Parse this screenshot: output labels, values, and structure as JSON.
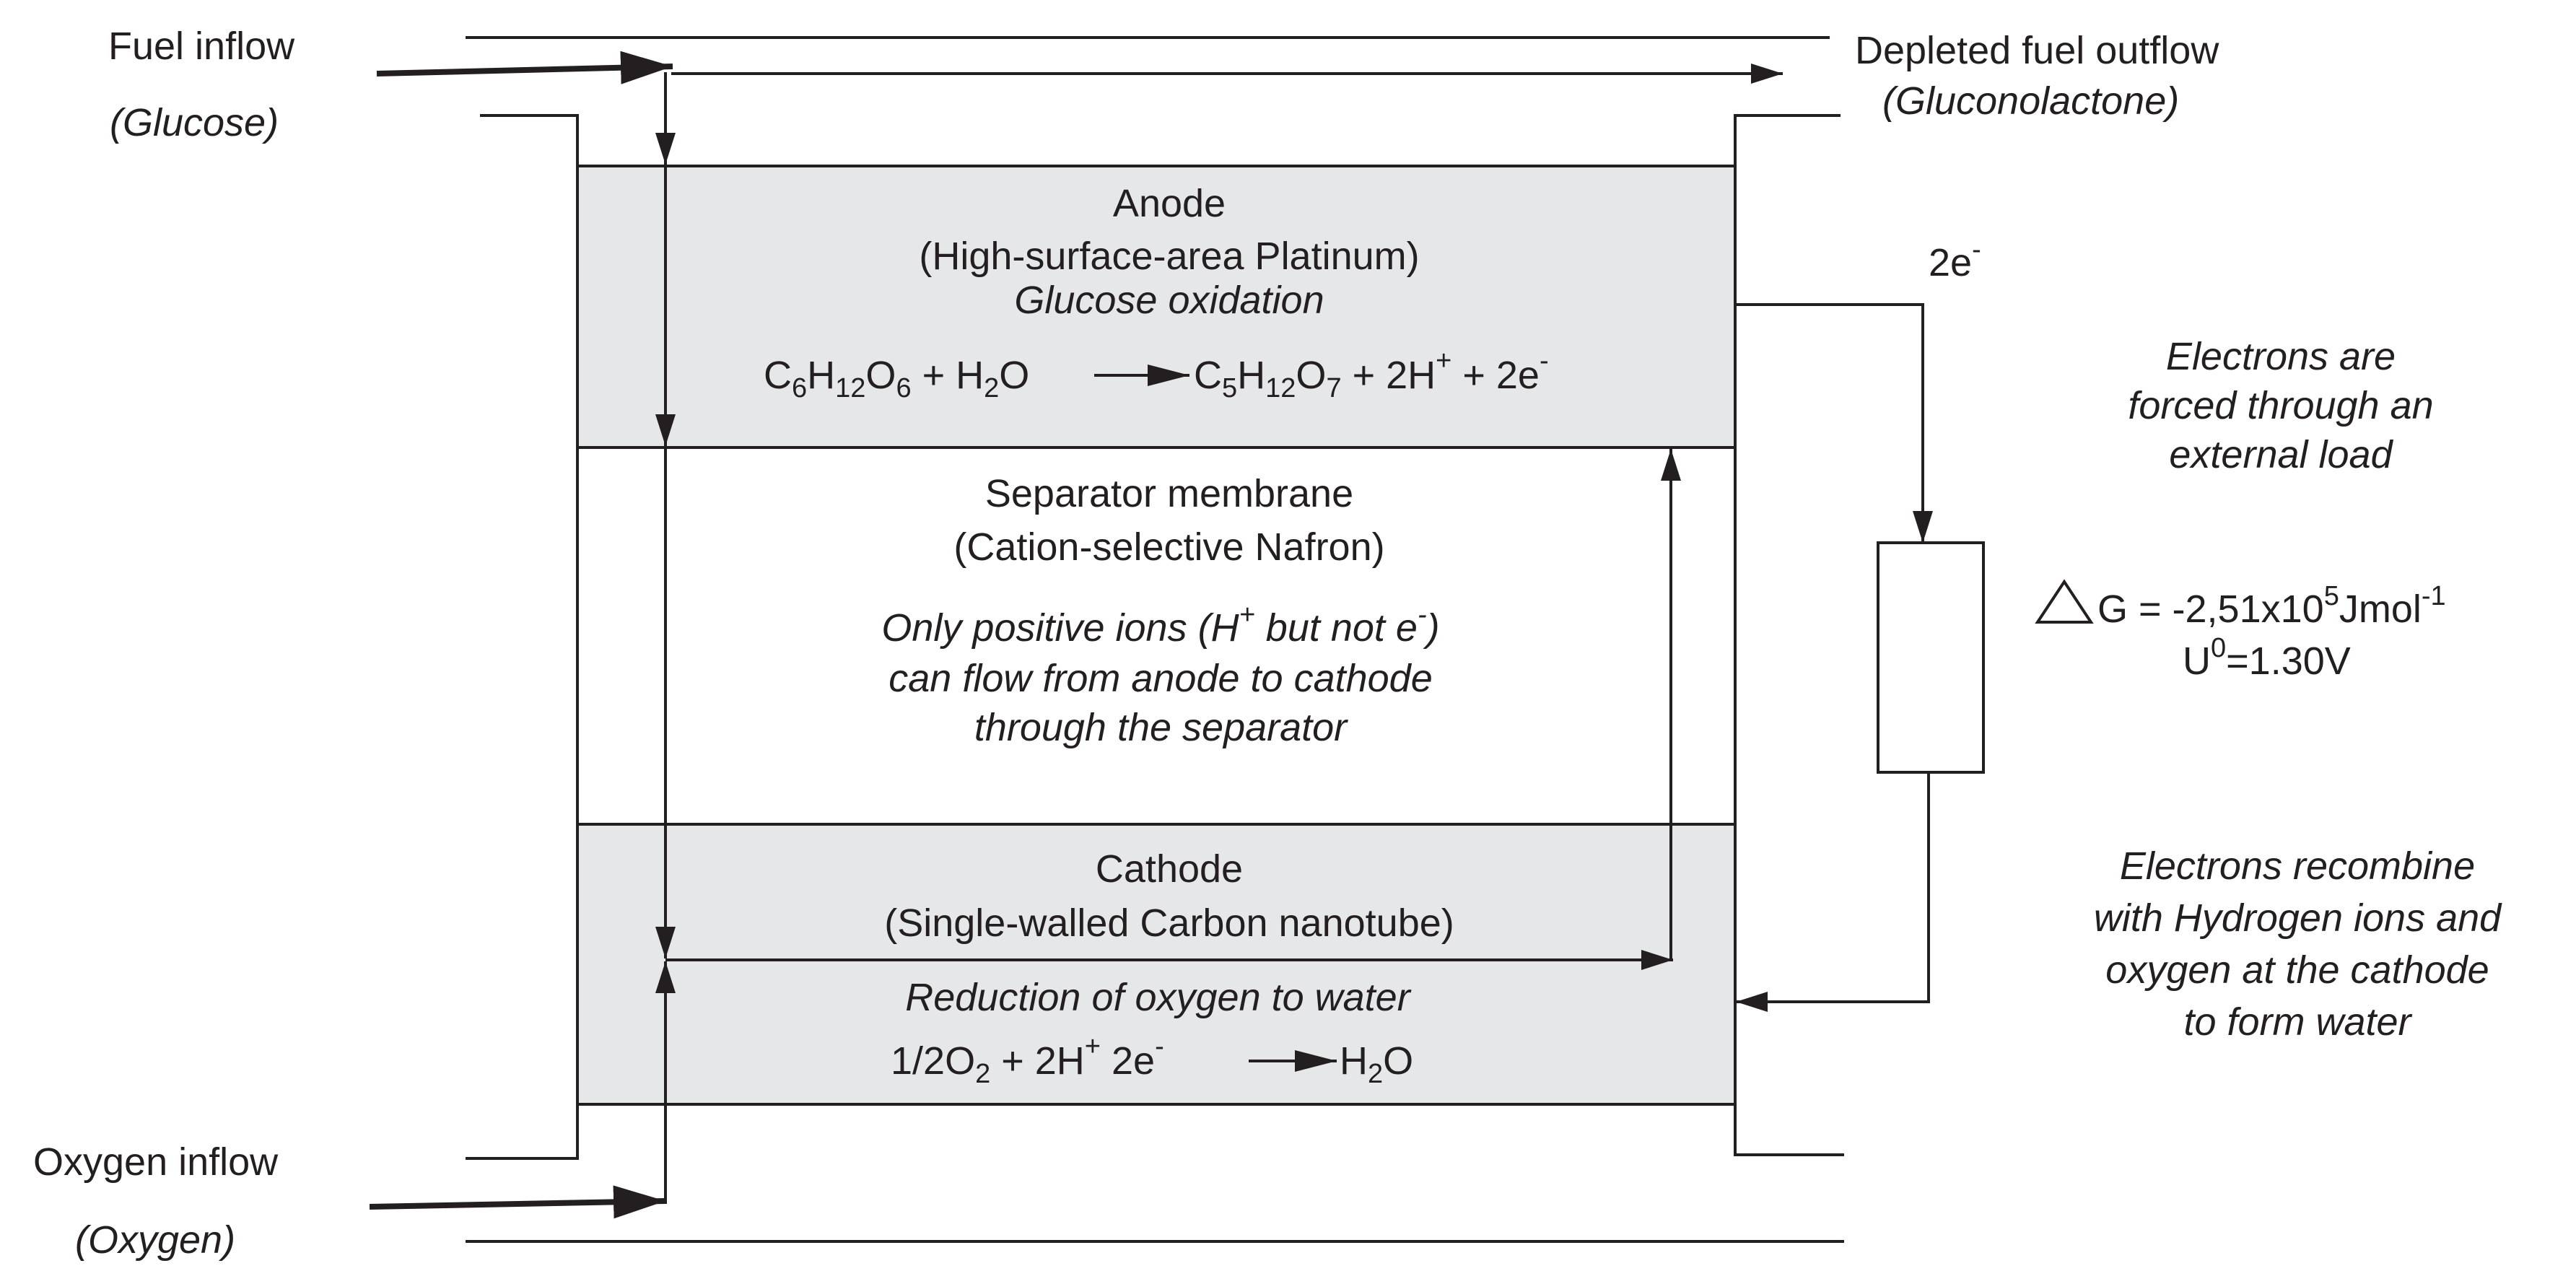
{
  "inflows": {
    "fuel_label": "Fuel inflow",
    "fuel_species": "(Glucose)",
    "oxygen_label": "Oxygen inflow",
    "oxygen_species": "(Oxygen)"
  },
  "outflow": {
    "label": "Depleted fuel outflow",
    "species": "(Gluconolactone)"
  },
  "anode": {
    "title": "Anode",
    "material": "(High-surface-area Platinum)",
    "process": "Glucose oxidation"
  },
  "separator": {
    "title": "Separator membrane",
    "material": "(Cation-selective Nafron)",
    "note_line1_a": "Only positive ions (H",
    "note_line1_sup1": "+",
    "note_line1_b": " but not e",
    "note_line1_sup2": "-",
    "note_line1_c": ")",
    "note_line2": "can flow from anode to cathode",
    "note_line3": "through the separator"
  },
  "cathode": {
    "title": "Cathode",
    "material": "(Single-walled Carbon nanotube)",
    "process": "Reduction of oxygen to water"
  },
  "equations": {
    "anode": {
      "c": "C",
      "s6": "6",
      "h": "H",
      "s12": "12",
      "o": "O",
      "s6b": "6",
      "plus_h": " + H",
      "s2": "2",
      "o2": "O",
      "c2": "C",
      "s5": "5",
      "h2": "H",
      "s12b": "12",
      "o3": "O",
      "s7": "7",
      "plus_2h": " + 2H",
      "sup_plus": "+",
      "plus_2e": " + 2e",
      "sup_minus": "-"
    },
    "cathode": {
      "half_o": "1/2O",
      "s2": "2",
      "plus_2h": " + 2H",
      "sup_plus": "+",
      "e": " 2e",
      "sup_minus": "-",
      "h": "H",
      "s2b": "2",
      "o": "O"
    }
  },
  "circuit": {
    "electron_label": "2e",
    "electron_sup": "-",
    "forced_line1": "Electrons are",
    "forced_line2": "forced through an",
    "forced_line3": "external load",
    "delta_g_a": "G = -2,51x10",
    "delta_g_sup1": "5",
    "delta_g_b": "Jmol",
    "delta_g_sup2": "-1",
    "u_a": "U",
    "u_sup": "0",
    "u_b": "=1.30V",
    "recombine_line1": "Electrons recombine",
    "recombine_line2": "with Hydrogen ions and",
    "recombine_line3": "oxygen at the cathode",
    "recombine_line4": "to form water"
  },
  "colors": {
    "electrode_fill": "#e6e7e8",
    "line": "#231f20"
  }
}
